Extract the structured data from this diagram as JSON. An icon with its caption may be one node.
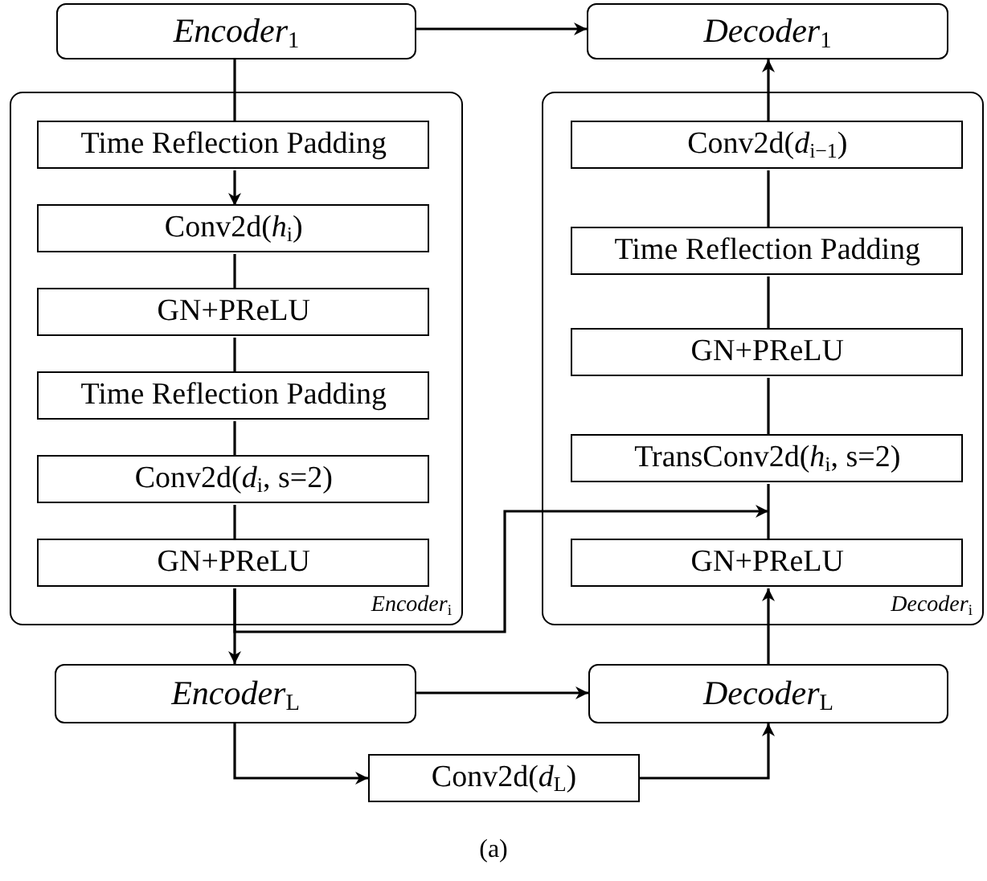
{
  "diagram": {
    "caption": "(a)",
    "nodes": [
      {
        "text": [
          "*Encoder*$_{1}$"
        ]
      },
      {
        "text": [
          "*Decoder*$_{1}$"
        ]
      },
      {
        "text": [
          "*Encoder*$_{i}$"
        ]
      },
      {
        "text": [
          "Time Reflection Padding"
        ],
        "in": 2
      },
      {
        "text": [
          "Conv2d(*h*$_{i}$)"
        ],
        "in": 2
      },
      {
        "text": [
          "GN+PReLU"
        ],
        "in": 2
      },
      {
        "text": [
          "Time Reflection Padding"
        ],
        "in": 2
      },
      {
        "text": [
          "Conv2d(*d*$_{i}$, s=2)"
        ],
        "in": 2
      },
      {
        "text": [
          "GN+PReLU"
        ],
        "in": 2
      },
      {
        "text": [
          "*Decoder*$_{i}$"
        ]
      },
      {
        "text": [
          "Conv2d(*d*$_{i−1}$)"
        ],
        "in": 9
      },
      {
        "text": [
          "Time Reflection Padding"
        ],
        "in": 9
      },
      {
        "text": [
          "GN+PReLU"
        ],
        "in": 9
      },
      {
        "text": [
          "TransConv2d(*h*$_{i}$, s=2)"
        ],
        "in": 9
      },
      {
        "text": [
          "GN+PReLU"
        ],
        "in": 9
      },
      {
        "text": [
          "*Encoder*$_{L}$"
        ]
      },
      {
        "text": [
          "*Decoder*$_{L}$"
        ]
      },
      {
        "text": [
          "Conv2d(*d*$_{L}$)"
        ]
      }
    ],
    "edges": [
      {
        "from": 0,
        "to": 1,
        "arrow": "to"
      },
      {
        "from": 0,
        "to": 3,
        "arrow": "none"
      },
      {
        "from": 3,
        "to": 4,
        "arrow": "to"
      },
      {
        "from": 4,
        "to": 5,
        "arrow": "none"
      },
      {
        "from": 5,
        "to": 6,
        "arrow": "none"
      },
      {
        "from": 6,
        "to": 7,
        "arrow": "none"
      },
      {
        "from": 7,
        "to": 8,
        "arrow": "none"
      },
      {
        "from": 8,
        "to": 15,
        "arrow": "to"
      },
      {
        "from": 8,
        "to": 13,
        "arrow": "to"
      },
      {
        "from": 15,
        "to": 16,
        "arrow": "to"
      },
      {
        "from": 15,
        "to": 17,
        "arrow": "to"
      },
      {
        "from": 17,
        "to": 16,
        "arrow": "to"
      },
      {
        "from": 16,
        "to": 14,
        "arrow": "to"
      },
      {
        "from": 14,
        "to": 13,
        "arrow": "none"
      },
      {
        "from": 13,
        "to": 12,
        "arrow": "none"
      },
      {
        "from": 12,
        "to": 11,
        "arrow": "none"
      },
      {
        "from": 11,
        "to": 10,
        "arrow": "none"
      },
      {
        "from": 10,
        "to": 1,
        "arrow": "to"
      }
    ]
  }
}
